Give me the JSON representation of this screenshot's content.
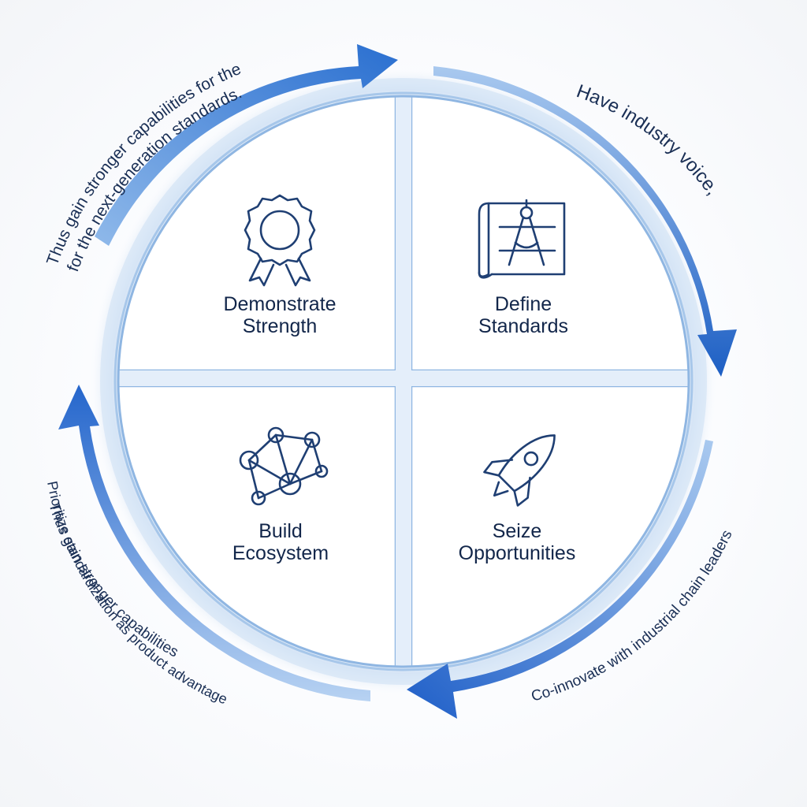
{
  "quadrants": [
    {
      "icon": "award-ribbon-icon",
      "lines": [
        "Demonstrate",
        "Strength"
      ]
    },
    {
      "icon": "blueprint-compass-icon",
      "lines": [
        "Define",
        "Standards"
      ]
    },
    {
      "icon": "network-nodes-icon",
      "lines": [
        "Build",
        "Ecosystem"
      ]
    },
    {
      "icon": "rocket-icon",
      "lines": [
        "Seize",
        "Opportunities"
      ]
    }
  ],
  "arc_labels": {
    "top_left_line1": "Thus gain stronger capabilities for the",
    "top_left_line2": "for the next-generation standards.",
    "top_right": "Have industry voice,",
    "bottom_right": "Co-innovate with industrial chain leaders",
    "bottom_left_line1": "Thus gain stronger capabilities",
    "bottom_left_line2": "Prioritize standardization as product advantage"
  },
  "colors": {
    "arrow_blue": "#2a6fd0",
    "arrow_dark": "#1d4fa8",
    "ring_light": "#cfe0f4",
    "panel_border": "#9cc0e6",
    "text_navy": "#12264a"
  }
}
